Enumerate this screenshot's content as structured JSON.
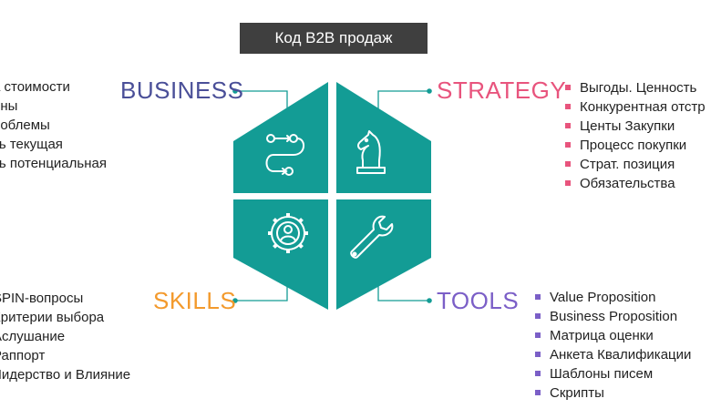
{
  "title": "Код B2B продаж",
  "colors": {
    "teal": "#139c95",
    "business": "#4a4f98",
    "strategy": "#e8547d",
    "skills": "#f39a2d",
    "tools": "#7b5fc7",
    "title_bg": "#3f3f3f"
  },
  "quadrants": {
    "business": {
      "label": "BUSINESS",
      "icon": "process-flow-icon",
      "items": [
        "а стоимости",
        "оны",
        "роблемы",
        "ть текущая",
        "ть потенциальная"
      ]
    },
    "strategy": {
      "label": "STRATEGY",
      "icon": "chess-knight-icon",
      "items": [
        "Выгоды. Ценность",
        "Конкурентная отстр",
        "Центы Закупки",
        "Процесс покупки",
        "Страт. позиция",
        "Обязательства"
      ]
    },
    "skills": {
      "label": "SKILLS",
      "icon": "gear-person-icon",
      "items": [
        "SPIN-вопросы",
        "Критерии выбора",
        "Аслушание",
        "Раппорт",
        "Лидерство и Влияние"
      ]
    },
    "tools": {
      "label": "TOOLS",
      "icon": "wrench-icon",
      "items": [
        "Value Proposition",
        "Business Proposition",
        "Матрица оценки",
        "Анкета Квалификации",
        "Шаблоны писем",
        "Скрипты"
      ]
    }
  }
}
